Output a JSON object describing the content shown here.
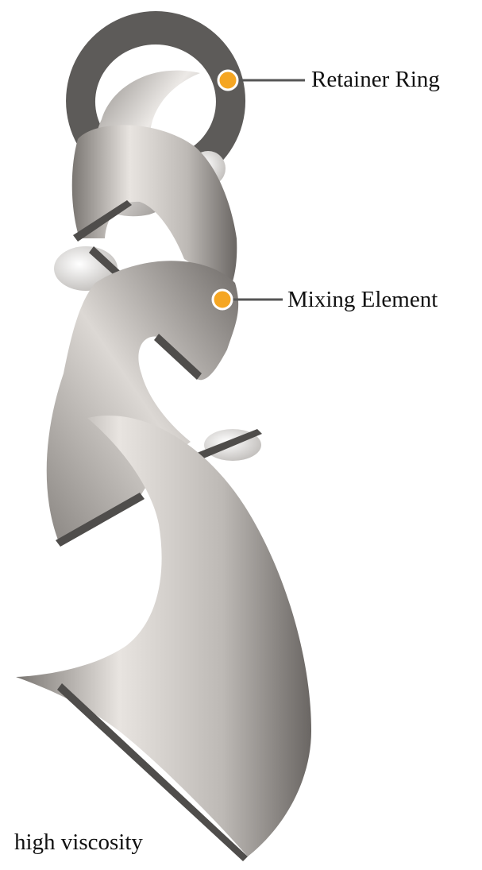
{
  "callouts": [
    {
      "label": "Retainer Ring",
      "marker_color": "#F5A623"
    },
    {
      "label": "Mixing Element",
      "marker_color": "#F5A623"
    }
  ],
  "caption_fragment": "high viscosity",
  "colors": {
    "ring": "#5d5b59",
    "blade_light": "#e9e6e3",
    "blade_mid": "#b9b5b1",
    "blade_dark": "#6d6966",
    "edge": "#4a4846",
    "leader": "#555555"
  }
}
